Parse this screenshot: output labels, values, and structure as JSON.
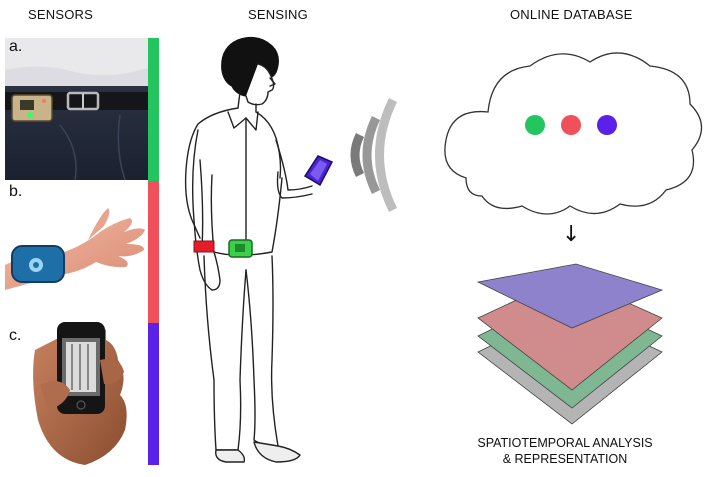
{
  "headers": {
    "sensors": "SENSORS",
    "sensing": "SENSING",
    "database": "ONLINE DATABASE"
  },
  "sensor_labels": {
    "a": "a.",
    "b": "b.",
    "c": "c."
  },
  "colors": {
    "green": "#22c55e",
    "red": "#f0505a",
    "blue": "#5b21e8",
    "layer_purple": "#8f82cc",
    "layer_red": "#d08c8c",
    "layer_green": "#7fb792",
    "layer_gray": "#b4b4b4"
  },
  "caption": {
    "line1": "SPATIOTEMPORAL ANALYSIS",
    "line2": "& REPRESENTATION"
  },
  "arrow_glyph": "↓"
}
